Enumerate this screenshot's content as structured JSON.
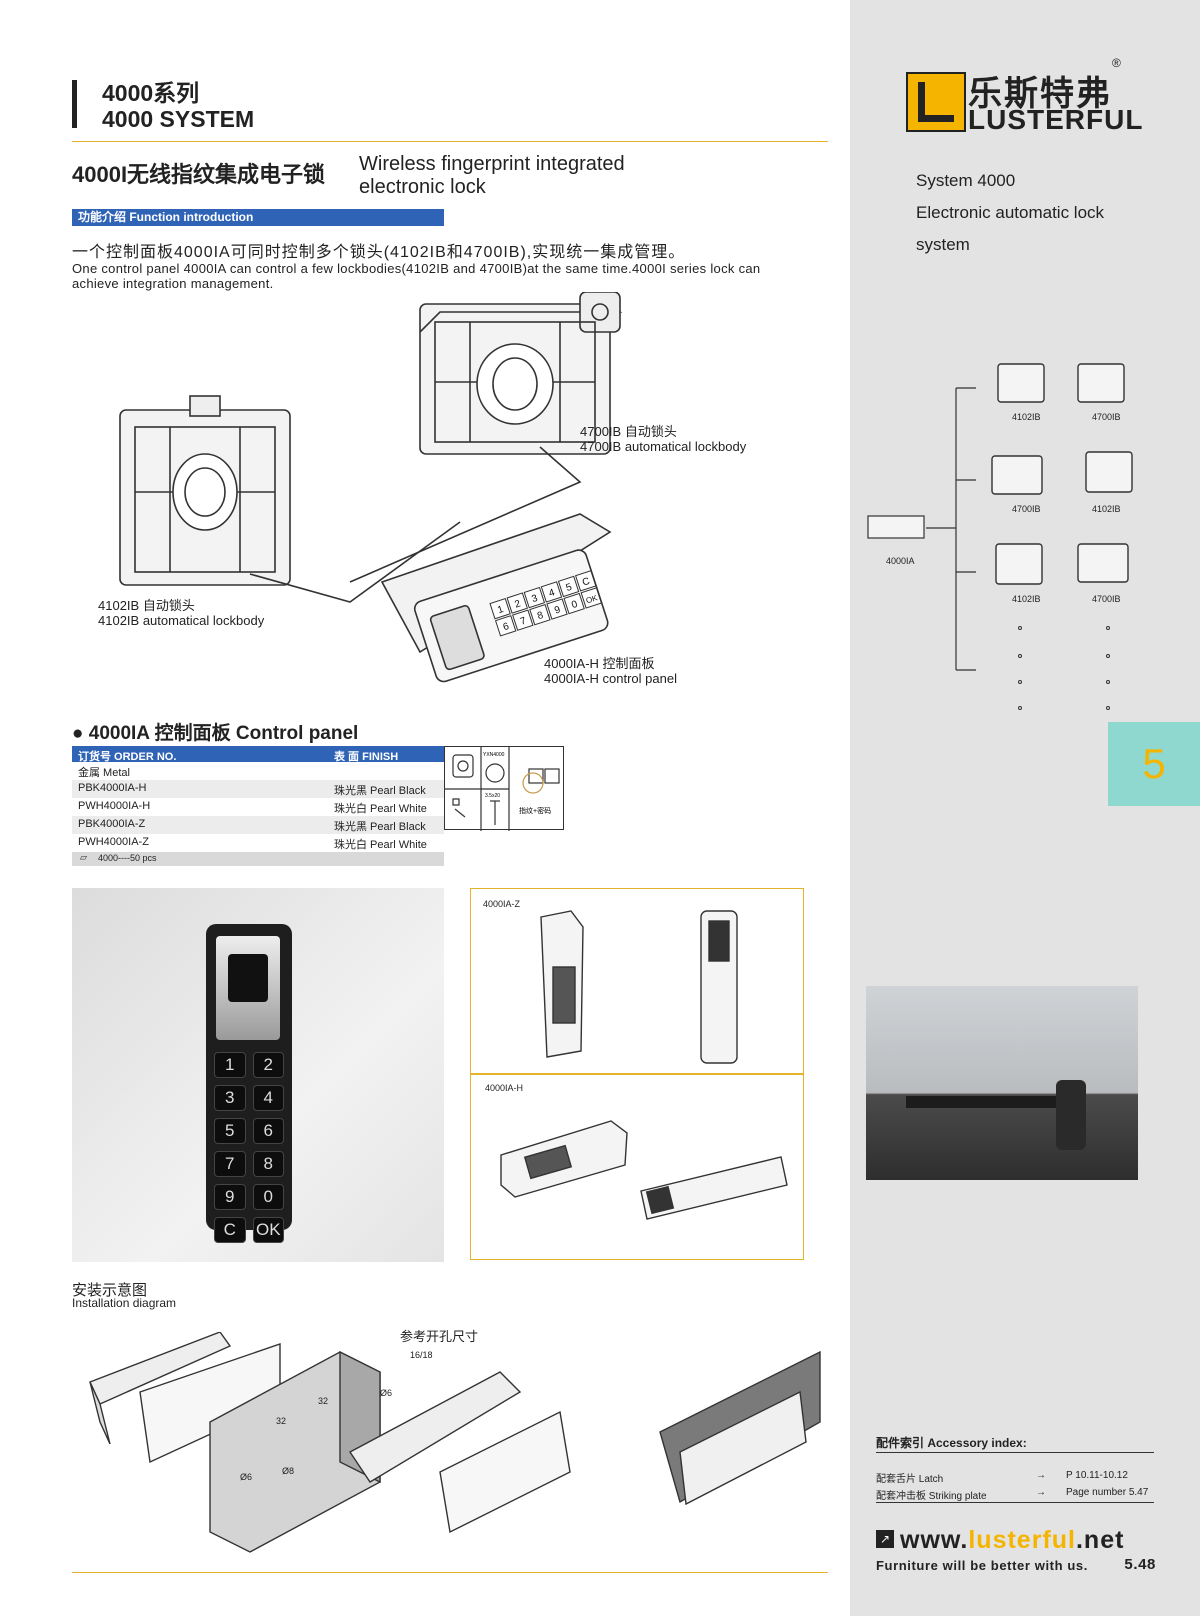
{
  "header": {
    "series_cn": "4000系列",
    "series_en": "4000 SYSTEM"
  },
  "product": {
    "title_cn": "4000I无线指纹集成电子锁",
    "title_en": "Wireless fingerprint integrated electronic lock"
  },
  "function_intro": {
    "label": "功能介绍 Function introduction",
    "text_cn": "一个控制面板4000IA可同时控制多个锁头(4102IB和4700IB),实现统一集成管理。",
    "text_en": "One control panel 4000IA can control a few lockbodies(4102IB and 4700IB)at the same time.4000I series lock can achieve integration management."
  },
  "diagram_labels": {
    "l4700_cn": "4700IB 自动锁头",
    "l4700_en": "4700IB automatical lockbody",
    "l4102_cn": "4102IB 自动锁头",
    "l4102_en": "4102IB automatical lockbody",
    "lpanel_cn": "4000IA-H 控制面板",
    "lpanel_en": "4000IA-H control panel"
  },
  "control_panel": {
    "title": "4000IA 控制面板   Control panel"
  },
  "order_table": {
    "header_order": "订货号 ORDER NO.",
    "header_finish": "表 面 FINISH",
    "material": "金属 Metal",
    "rows": [
      {
        "order": "PBK4000IA-H",
        "finish": "珠光黑 Pearl Black"
      },
      {
        "order": "PWH4000IA-H",
        "finish": "珠光白 Pearl White"
      },
      {
        "order": "PBK4000IA-Z",
        "finish": "珠光黑 Pearl Black"
      },
      {
        "order": "PWH4000IA-Z",
        "finish": "珠光白 Pearl White"
      }
    ],
    "packing": "4000----50 pcs",
    "icon_labels": {
      "battery": "YXN4000",
      "screw": "3.5x20",
      "mode": "指纹+密码"
    }
  },
  "keypad": {
    "keys": [
      "1",
      "2",
      "3",
      "4",
      "5",
      "6",
      "7",
      "8",
      "9",
      "0",
      "C",
      "OK"
    ]
  },
  "drawings": {
    "z_label": "4000IA-Z",
    "h_label": "4000IA-H"
  },
  "installation": {
    "title_cn": "安装示意图",
    "title_en": "Installation diagram",
    "ref_cn": "参考开孔尺寸",
    "dim_thick": "16/18",
    "dim_32a": "32",
    "dim_32b": "32",
    "dim_d6a": "Ø6",
    "dim_d6b": "Ø6",
    "dim_d8": "Ø8"
  },
  "sidebar": {
    "brand_cn": "乐斯特弗",
    "brand_en": "LUSTERFUL",
    "reg": "®",
    "system_lines": [
      "System 4000",
      "Electronic automatic  lock",
      "system"
    ],
    "tree": {
      "root": "4000IA",
      "nodes": [
        "4102IB",
        "4700IB",
        "4700IB",
        "4102IB",
        "4102IB",
        "4700IB"
      ]
    },
    "tab": "5",
    "accessory": {
      "title": "配件索引 Accessory index:",
      "rows": [
        {
          "name": "配套舌片 Latch",
          "ref": "P 10.11-10.12"
        },
        {
          "name": "配套冲击板 Striking plate",
          "ref": "Page number 5.47"
        }
      ]
    },
    "web_pre": "www.",
    "web_mid": "lusterful",
    "web_suf": ".net",
    "slogan": "Furniture will be better with us.",
    "page": "5.48"
  },
  "colors": {
    "accent_blue": "#2f63b6",
    "gold": "#e6b42c",
    "teal": "#8fd8cf",
    "brand_yellow": "#f5b400"
  }
}
